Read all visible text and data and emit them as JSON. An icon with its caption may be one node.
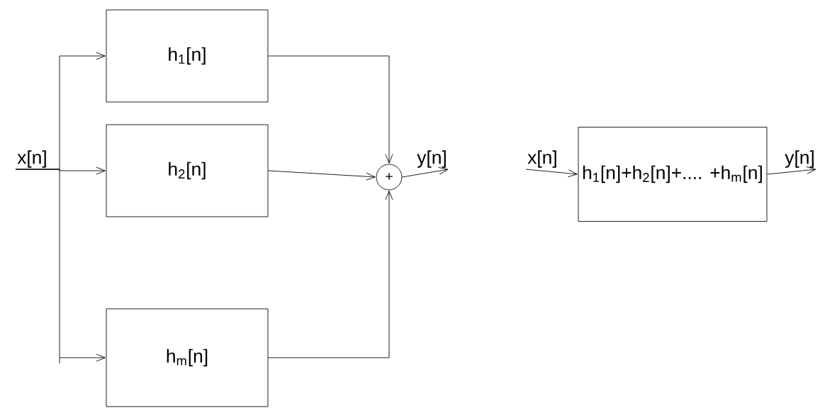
{
  "diagram": {
    "nodes": [
      {
        "text": [
          "x[n]"
        ]
      },
      {
        "text": [
          "h$_{1}$[n]"
        ]
      },
      {
        "text": [
          "h$_{2}$[n]"
        ]
      },
      {
        "text": [
          "h$_{m}$[n]"
        ]
      },
      {
        "text": [
          "+"
        ]
      },
      {
        "text": [
          "y[n]"
        ]
      },
      {
        "text": [
          "x[n]"
        ]
      },
      {
        "text": [
          "h$_{1}$[n]+h$_{2}$[n]+.... +h$_{m}$[n]"
        ]
      },
      {
        "text": [
          "y[n]"
        ]
      }
    ],
    "edges": [
      {
        "from": 0,
        "to": 1,
        "arrow": "to"
      },
      {
        "from": 0,
        "to": 2,
        "arrow": "to"
      },
      {
        "from": 0,
        "to": 3,
        "arrow": "to"
      },
      {
        "from": 1,
        "to": 4,
        "arrow": "to"
      },
      {
        "from": 2,
        "to": 4,
        "arrow": "to"
      },
      {
        "from": 3,
        "to": 4,
        "arrow": "to"
      },
      {
        "from": 4,
        "to": 5,
        "arrow": "to"
      },
      {
        "from": 6,
        "to": 7,
        "arrow": "to"
      },
      {
        "from": 7,
        "to": 8,
        "arrow": "to"
      }
    ]
  }
}
